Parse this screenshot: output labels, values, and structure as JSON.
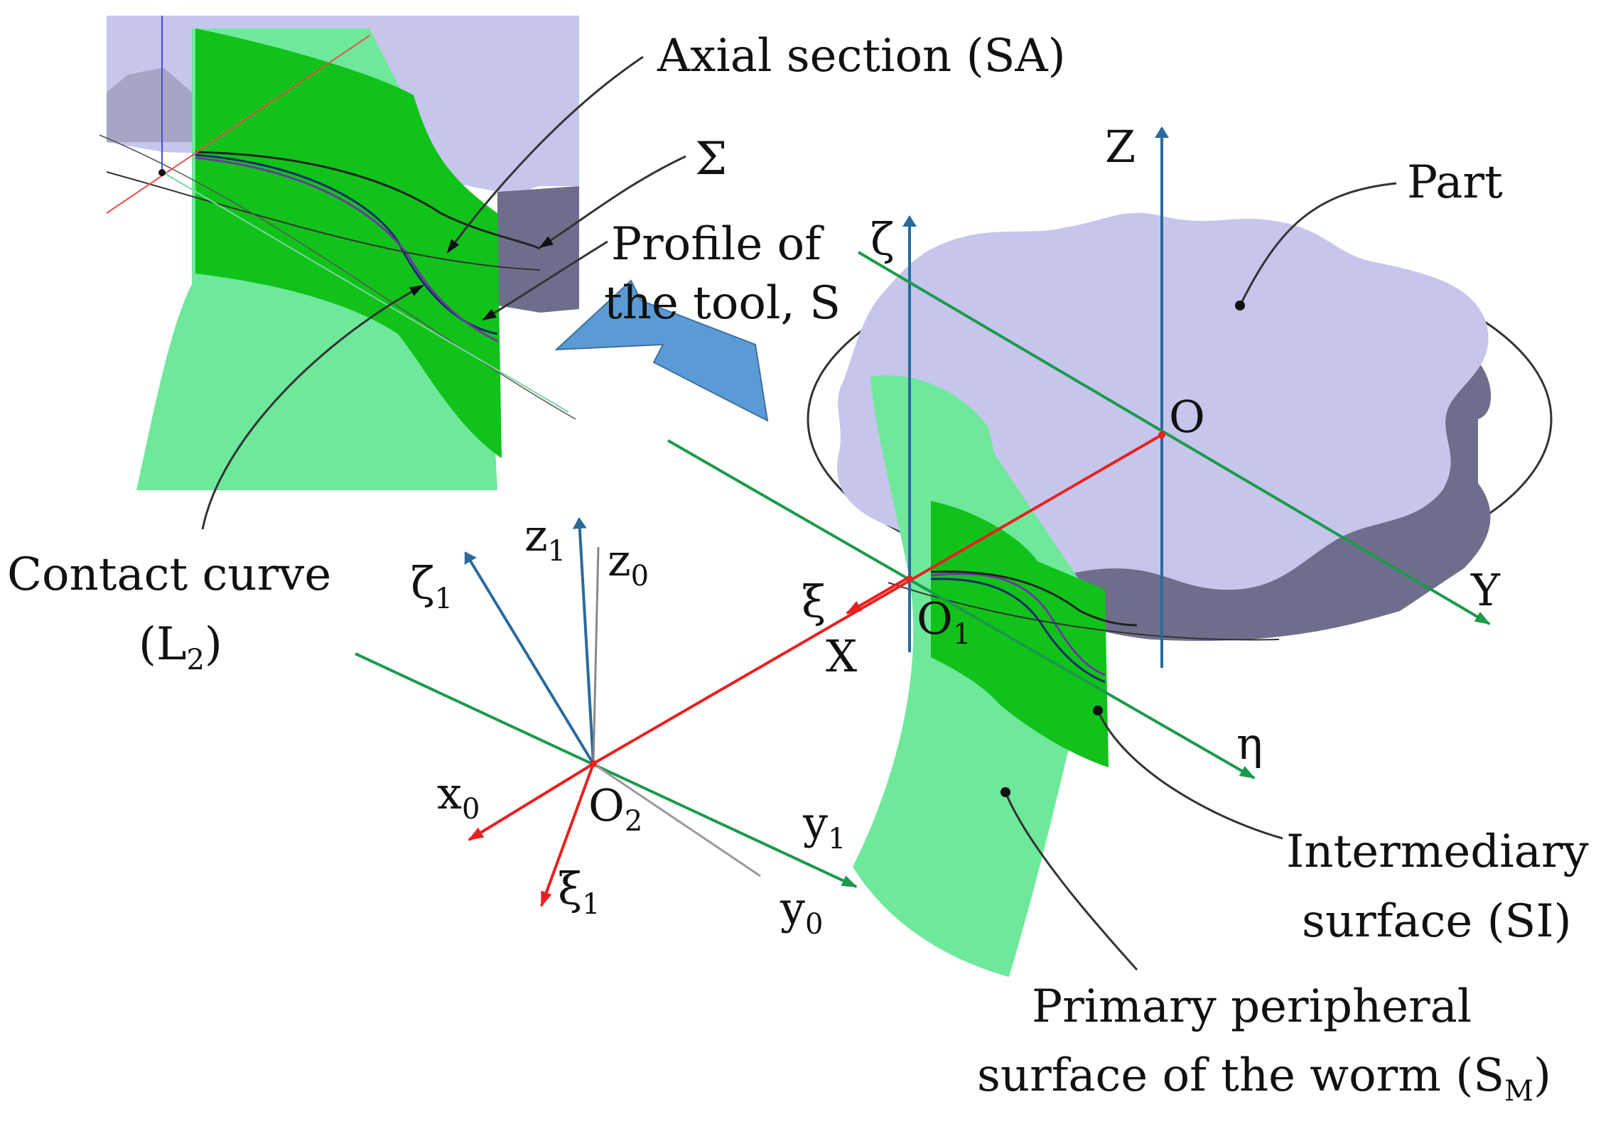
{
  "labels": {
    "axial_section": "Axial section (SA)",
    "sigma": "Σ",
    "part": "Part",
    "profile_line1": "Profile of",
    "profile_line2": "the tool, S",
    "contact_line1": "Contact curve",
    "contact_open": "(L",
    "contact_sub": "2",
    "contact_close": ")",
    "intermediary_line1": "Intermediary",
    "intermediary_line2": "surface (SI)",
    "primary_line1": "Primary peripheral",
    "primary_line2": "surface of the worm (S",
    "primary_sub": "M",
    "primary_close": ")"
  },
  "axes": {
    "Z": "Z",
    "O": "O",
    "Y": "Y",
    "X": "X",
    "xi": "ξ",
    "zeta": "ζ",
    "eta": "η",
    "O1_main": "O",
    "O1_sub": "1",
    "O2_main": "O",
    "O2_sub": "2",
    "z1_main": "z",
    "z1_sub": "1",
    "z0_main": "z",
    "z0_sub": "0",
    "zeta1_main": "ζ",
    "zeta1_sub": "1",
    "x0_main": "x",
    "x0_sub": "0",
    "xi1_main": "ξ",
    "xi1_sub": "1",
    "y1_main": "y",
    "y1_sub": "1",
    "y0_main": "y",
    "y0_sub": "0"
  },
  "colors": {
    "part_top": "#c6c5ec",
    "part_side": "#6e6e8c",
    "green_dark": "#11c21a",
    "green_light": "#6ee89a",
    "axis_red": "#e82020",
    "axis_green": "#1a9a4a",
    "axis_blue": "#2a6a9c",
    "arrow_fill": "#5b9bd5"
  }
}
